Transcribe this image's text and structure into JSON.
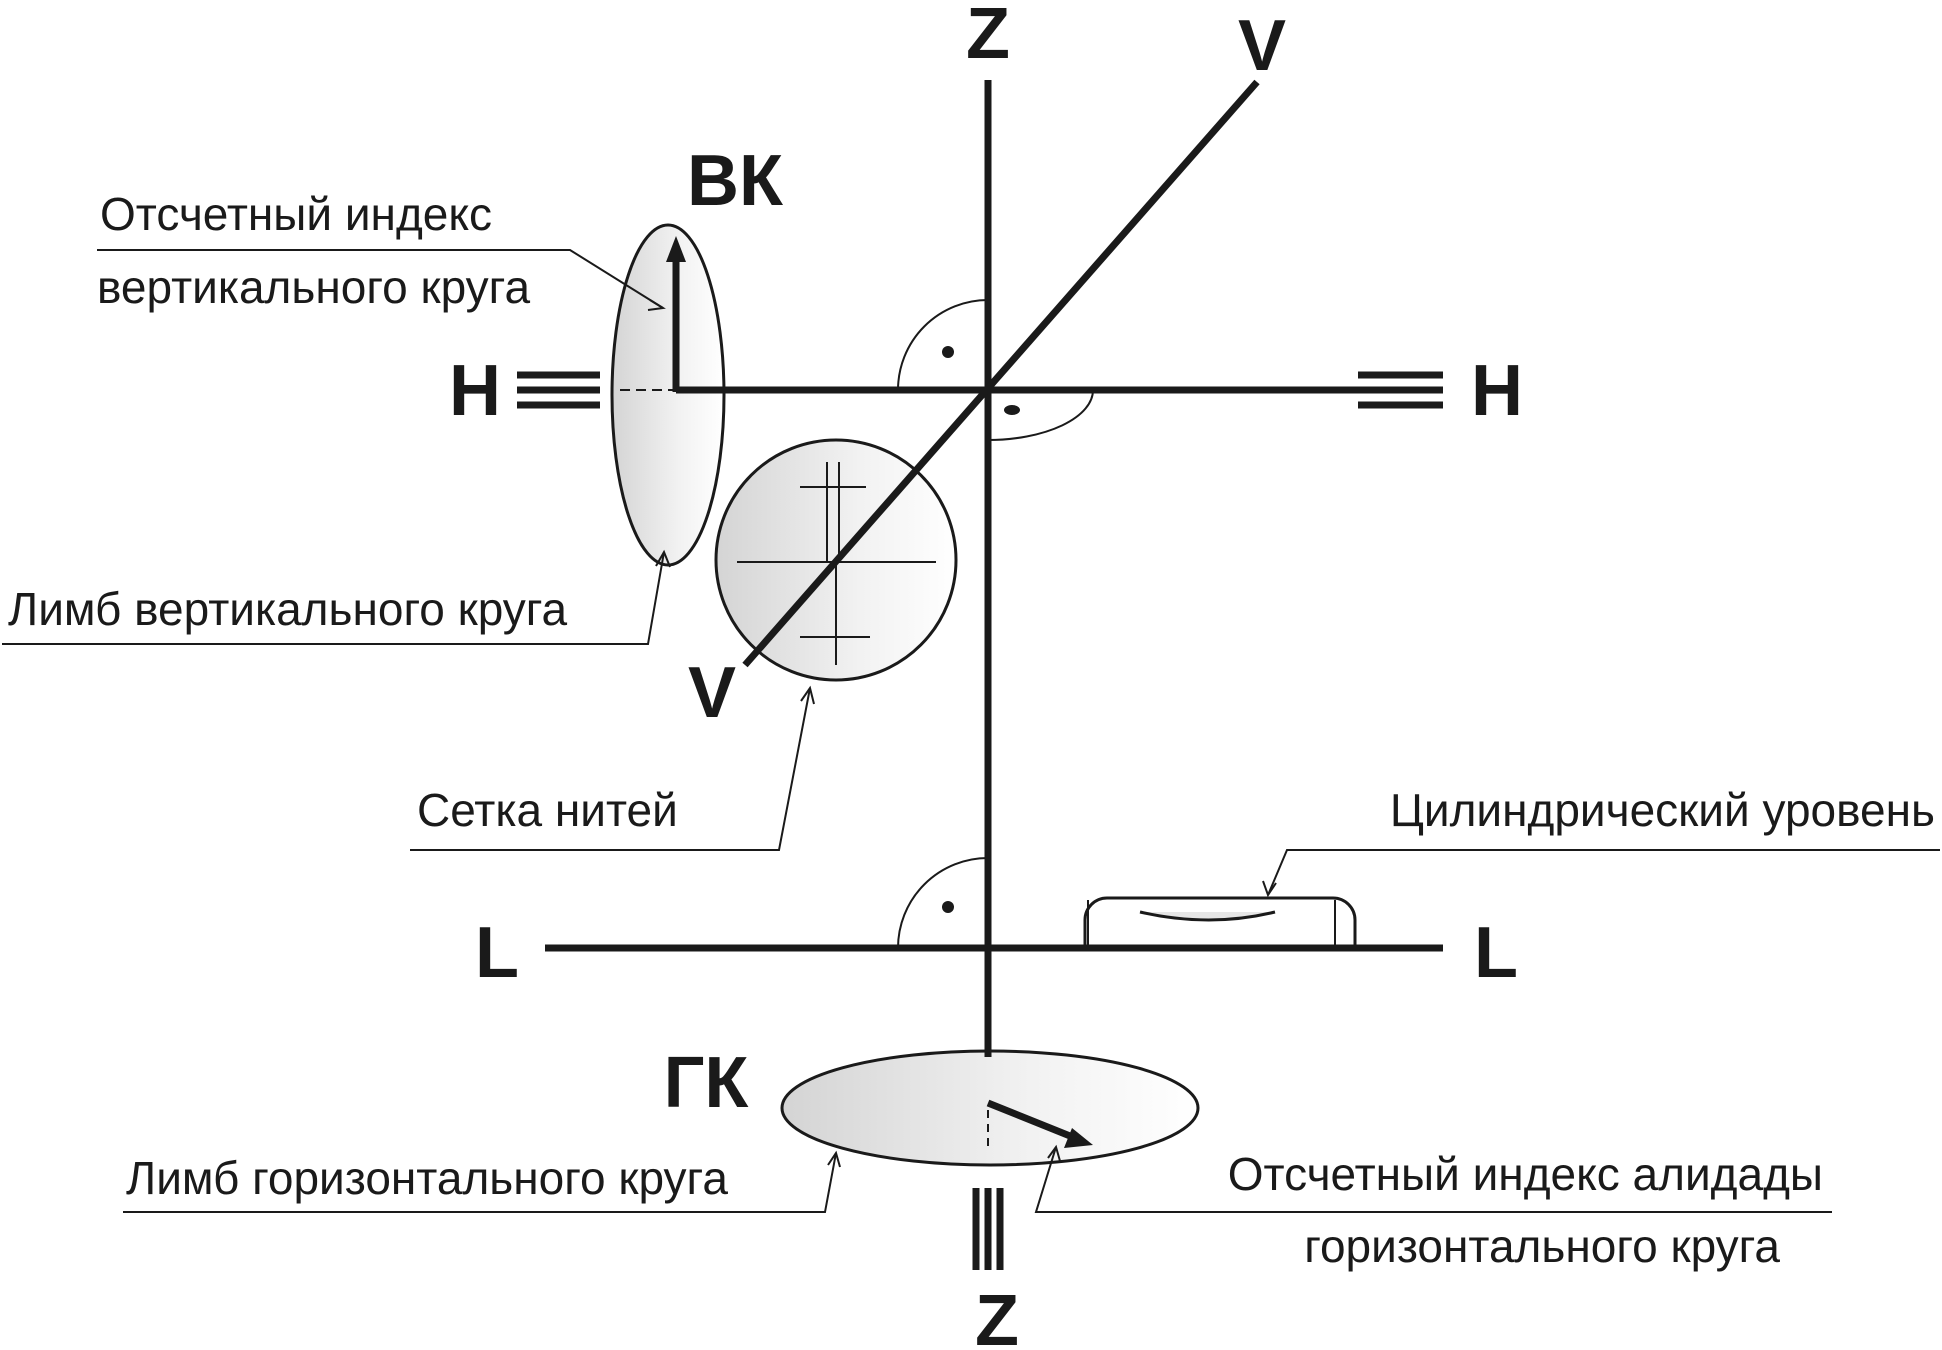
{
  "axes": {
    "z_top": "Z",
    "z_bottom": "Z",
    "v_top": "V",
    "v_bottom": "V",
    "h_left": "H",
    "h_right": "H",
    "l_left": "L",
    "l_right": "L"
  },
  "circles": {
    "vertical": "ВК",
    "horizontal": "ГК"
  },
  "callouts": {
    "vk_index_line1": "Отсчетный индекс",
    "vk_index_line2": "вертикального круга",
    "vk_limb": "Лимб вертикального круга",
    "reticle": "Сетка нитей",
    "cyl_level": "Цилиндрический уровень",
    "gk_limb": "Лимб горизонтального круга",
    "gk_index_line1": "Отсчетный индекс алидады",
    "gk_index_line2": "горизонтального круга"
  }
}
